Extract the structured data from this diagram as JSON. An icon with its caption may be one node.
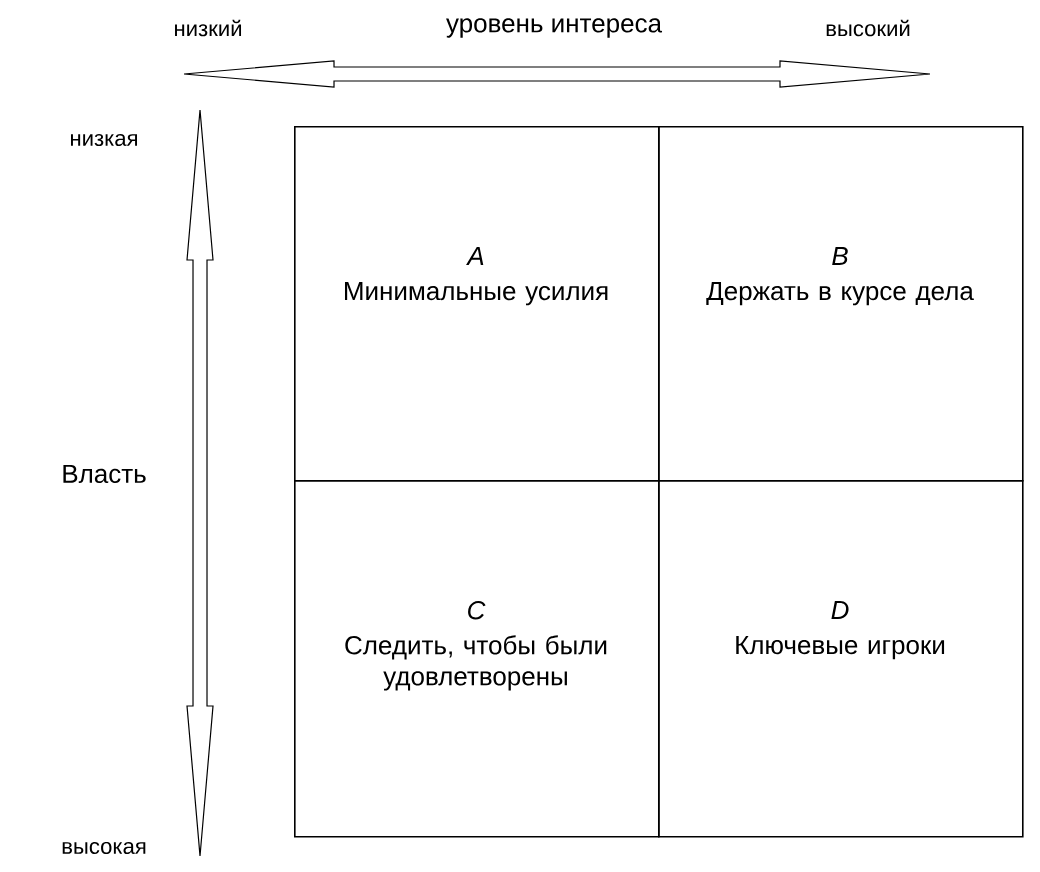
{
  "diagram": {
    "nodes": [
      {
        "text": [
          "A",
          "Минимальные усилия"
        ]
      },
      {
        "text": [
          "B",
          "Держать в курсе дела"
        ]
      },
      {
        "text": [
          "C",
          "Следить, чтобы были удовлетворены"
        ]
      },
      {
        "text": [
          "D",
          "Ключевые игроки"
        ]
      }
    ],
    "labels": [
      "низкий",
      "уровень интереса",
      "высокий",
      "низкая",
      "Власть",
      "высокая"
    ]
  }
}
